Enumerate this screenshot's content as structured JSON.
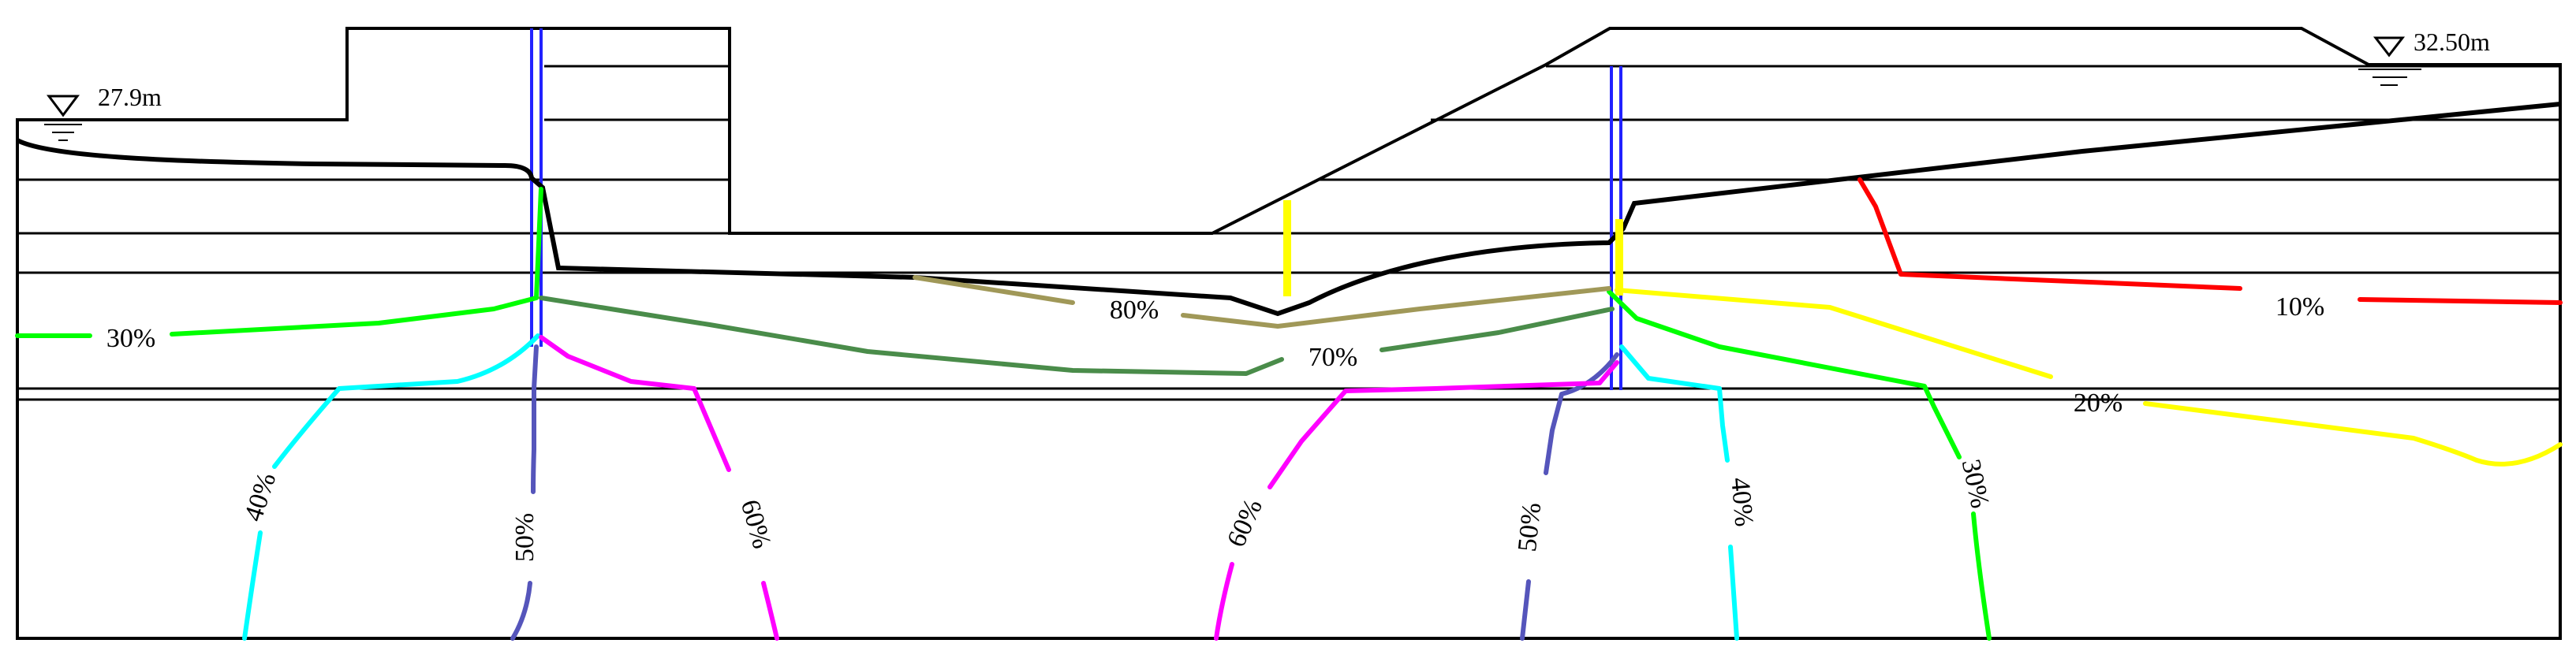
{
  "water_levels": {
    "left": "27.9m",
    "right": "32.50m"
  },
  "contours": [
    {
      "id": "c10-right",
      "label": "10%",
      "color": "#ff0000"
    },
    {
      "id": "c20-right",
      "label": "20%",
      "color": "#ffff00"
    },
    {
      "id": "c30-left",
      "label": "30%",
      "color": "#00ff00"
    },
    {
      "id": "c30-right",
      "label": "30%",
      "color": "#00ff00"
    },
    {
      "id": "c40-left",
      "label": "40%",
      "color": "#00ffff"
    },
    {
      "id": "c40-right",
      "label": "40%",
      "color": "#00ffff"
    },
    {
      "id": "c50-left",
      "label": "50%",
      "color": "#5555bb"
    },
    {
      "id": "c50-right",
      "label": "50%",
      "color": "#5555bb"
    },
    {
      "id": "c60-left",
      "label": "60%",
      "color": "#ff00ff"
    },
    {
      "id": "c60-right",
      "label": "60%",
      "color": "#ff00ff"
    },
    {
      "id": "c70",
      "label": "70%",
      "color": "#4a8c4a"
    },
    {
      "id": "c80",
      "label": "80%",
      "color": "#a09858"
    }
  ],
  "colors": {
    "outline": "#000000",
    "cutoff_wall": "#2222ff",
    "phreatic_line": "#000000",
    "drain_mark": "#ffff00"
  }
}
